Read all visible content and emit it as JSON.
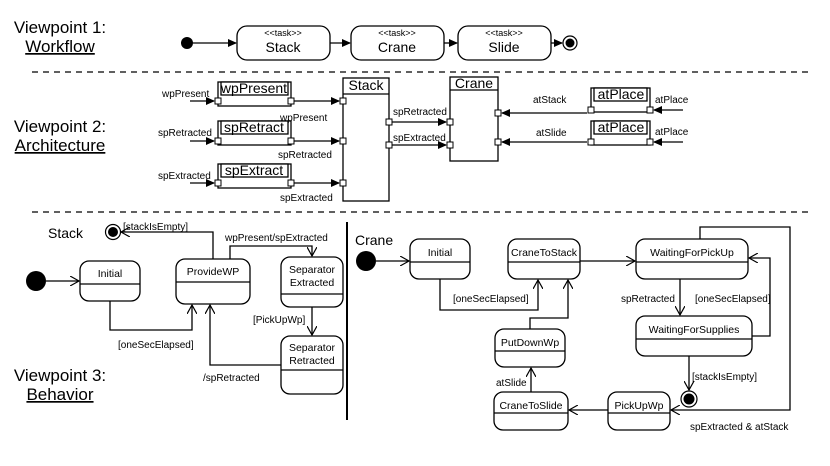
{
  "viewpoints": {
    "v1": {
      "title": "Viewpoint 1:",
      "name": "Workflow"
    },
    "v2": {
      "title": "Viewpoint 2:",
      "name": "Architecture"
    },
    "v3": {
      "title": "Viewpoint 3:",
      "name": "Behavior"
    }
  },
  "workflow": {
    "stereotype": "<<task>>",
    "tasks": [
      "Stack",
      "Crane",
      "Slide"
    ]
  },
  "architecture": {
    "components": {
      "wpPresent": "wpPresent",
      "spRetract": "spRetract",
      "spExtract": "spExtract",
      "stack": "Stack",
      "crane": "Crane",
      "atPlace1": "atPlace",
      "atPlace2": "atPlace"
    },
    "signals": {
      "in_wpPresent": "wpPresent",
      "out_wpPresent": "wpPresent",
      "in_spRetracted": "spRetracted",
      "out_spRetracted": "spRetracted",
      "in_spExtracted": "spExtracted",
      "out_spExtracted": "spExtracted",
      "sc_spRetracted": "spRetracted",
      "sc_spExtracted": "spExtracted",
      "atStack": "atStack",
      "atSlide": "atSlide",
      "in_atPlace1": "atPlace",
      "in_atPlace2": "atPlace"
    }
  },
  "stack_sm": {
    "title": "Stack",
    "states": {
      "initial": "Initial",
      "provide": "ProvideWP",
      "sepExt1": "Separator",
      "sepExt2": "Extracted",
      "sepRet1": "Separator",
      "sepRet2": "Retracted"
    },
    "transitions": {
      "empty": "[stackIsEmpty]",
      "wp": "wpPresent/spExtracted",
      "pickup": "[PickUpWp]",
      "onesec": "[oneSecElapsed]",
      "ret": "/spRetracted"
    }
  },
  "crane_sm": {
    "title": "Crane",
    "states": {
      "initial": "Initial",
      "toStack": "CraneToStack",
      "waitPick": "WaitingForPickUp",
      "waitSup": "WaitingForSupplies",
      "putDown": "PutDownWp",
      "toSlide": "CraneToSlide",
      "pickUp": "PickUpWp"
    },
    "transitions": {
      "onesec1": "[oneSecElapsed]",
      "spRet": "spRetracted",
      "onesec2": "[oneSecElapsed]",
      "empty": "[stackIsEmpty]",
      "atSlide": "atSlide",
      "extStack": "spExtracted & atStack"
    }
  }
}
